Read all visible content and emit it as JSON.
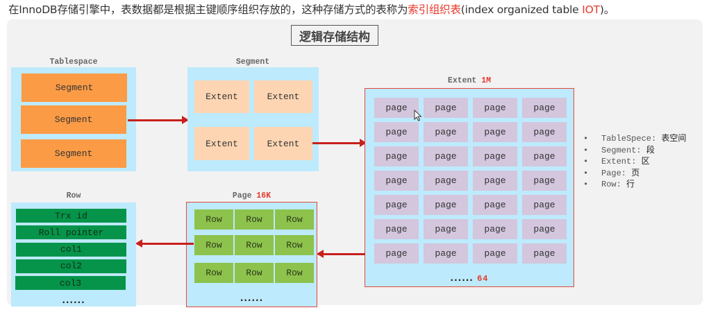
{
  "intro": {
    "before": "在InnoDB存储引擎中，表数据都是根据主键顺序组织存放的，这种存储方式的表称为",
    "highlight1": "索引组织表",
    "middle": "(index organized table ",
    "highlight2": "IOT",
    "after": ")。"
  },
  "title": "逻辑存储结构",
  "colors": {
    "accent_red": "#e8392c",
    "arrow": "#c8201c",
    "container_bg": "#bdeafc"
  },
  "tablespace": {
    "caption": "Tablespace",
    "items": [
      "Segment",
      "Segment",
      "Segment"
    ]
  },
  "segment": {
    "caption": "Segment",
    "items": [
      "Extent",
      "Extent",
      "Extent",
      "Extent"
    ]
  },
  "extent": {
    "caption": "Extent",
    "size": "1M",
    "grid": [
      [
        "page",
        "page",
        "page",
        "page"
      ],
      [
        "page",
        "page",
        "page",
        "page"
      ],
      [
        "page",
        "page",
        "page",
        "page"
      ],
      [
        "page",
        "page",
        "page",
        "page"
      ],
      [
        "page",
        "page",
        "page",
        "page"
      ],
      [
        "page",
        "page",
        "page",
        "page"
      ],
      [
        "page",
        "page",
        "page",
        "page"
      ]
    ],
    "ellipsis": "......",
    "count": "64"
  },
  "page": {
    "caption": "Page",
    "size": "16K",
    "grid": [
      [
        "Row",
        "Row",
        "Row"
      ],
      [
        "Row",
        "Row",
        "Row"
      ],
      [
        "Row",
        "Row",
        "Row"
      ]
    ],
    "ellipsis": "......"
  },
  "row": {
    "caption": "Row",
    "fields": [
      "Trx id",
      "Roll pointer",
      "col1",
      "col2",
      "col3"
    ],
    "ellipsis": "......"
  },
  "legend": [
    {
      "bullet": "•",
      "term": "TableSpece:",
      "meaning": "表空间"
    },
    {
      "bullet": "•",
      "term": "Segment:",
      "meaning": "段"
    },
    {
      "bullet": "•",
      "term": "Extent:",
      "meaning": "区"
    },
    {
      "bullet": "•",
      "term": "Page:",
      "meaning": "页"
    },
    {
      "bullet": "•",
      "term": "Row:",
      "meaning": "行"
    }
  ]
}
